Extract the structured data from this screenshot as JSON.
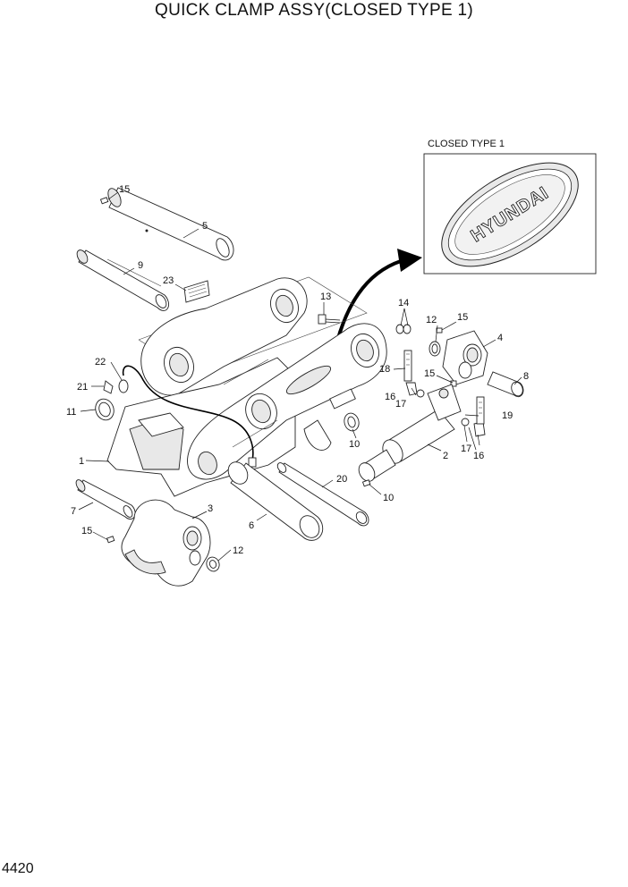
{
  "title": "QUICK CLAMP ASSY(CLOSED TYPE 1)",
  "page_number": "4420",
  "inset": {
    "label": "CLOSED TYPE 1",
    "emblem_text": "HYUNDAI"
  },
  "callouts": {
    "c1": "1",
    "c2": "2",
    "c3": "3",
    "c4": "4",
    "c5": "5",
    "c6": "6",
    "c7": "7",
    "c8": "8",
    "c9": "9",
    "c10a": "10",
    "c10b": "10",
    "c11": "11",
    "c12a": "12",
    "c12b": "12",
    "c13": "13",
    "c14": "14",
    "c15a": "15",
    "c15b": "15",
    "c15c": "15",
    "c15d": "15",
    "c16a": "16",
    "c16b": "16",
    "c17a": "17",
    "c17b": "17",
    "c18": "18",
    "c19": "19",
    "c20": "20",
    "c21": "21",
    "c22": "22",
    "c23": "23"
  }
}
